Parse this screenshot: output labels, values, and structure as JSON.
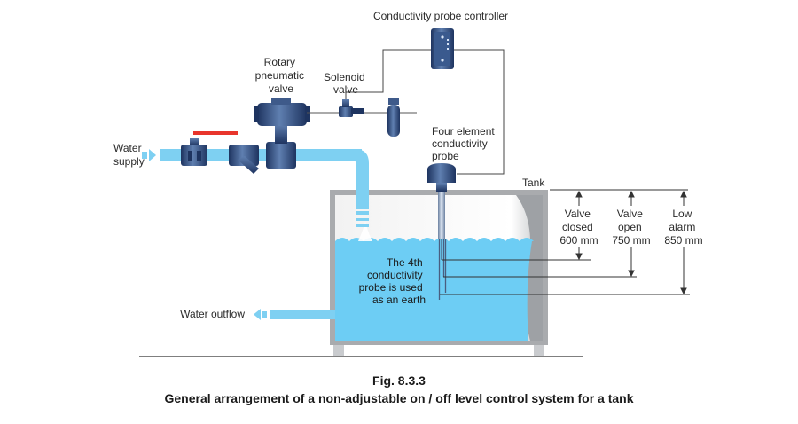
{
  "labels": {
    "controller": "Conductivity probe controller",
    "rotary_valve": [
      "Rotary",
      "pneumatic",
      "valve"
    ],
    "solenoid_valve": [
      "Solenoid",
      "valve"
    ],
    "water_supply": [
      "Water",
      "supply"
    ],
    "probe": [
      "Four element",
      "conductivity",
      "probe"
    ],
    "tank": "Tank",
    "valve_closed": [
      "Valve",
      "closed",
      "600 mm"
    ],
    "valve_open": [
      "Valve",
      "open",
      "750 mm"
    ],
    "low_alarm": [
      "Low",
      "alarm",
      "850 mm"
    ],
    "earth_note": [
      "The 4th",
      "conductivity",
      "probe is used",
      "as an earth"
    ],
    "water_outflow": "Water outflow"
  },
  "caption": {
    "number": "Fig. 8.3.3",
    "title": "General arrangement of a non-adjustable on / off level control system for a tank"
  },
  "colors": {
    "water": "#6dcdf4",
    "pipe": "#7ed0f2",
    "equipment": "#2e4a7a",
    "tank_frame": "#a7a9ac",
    "handle": "#e8352c"
  }
}
